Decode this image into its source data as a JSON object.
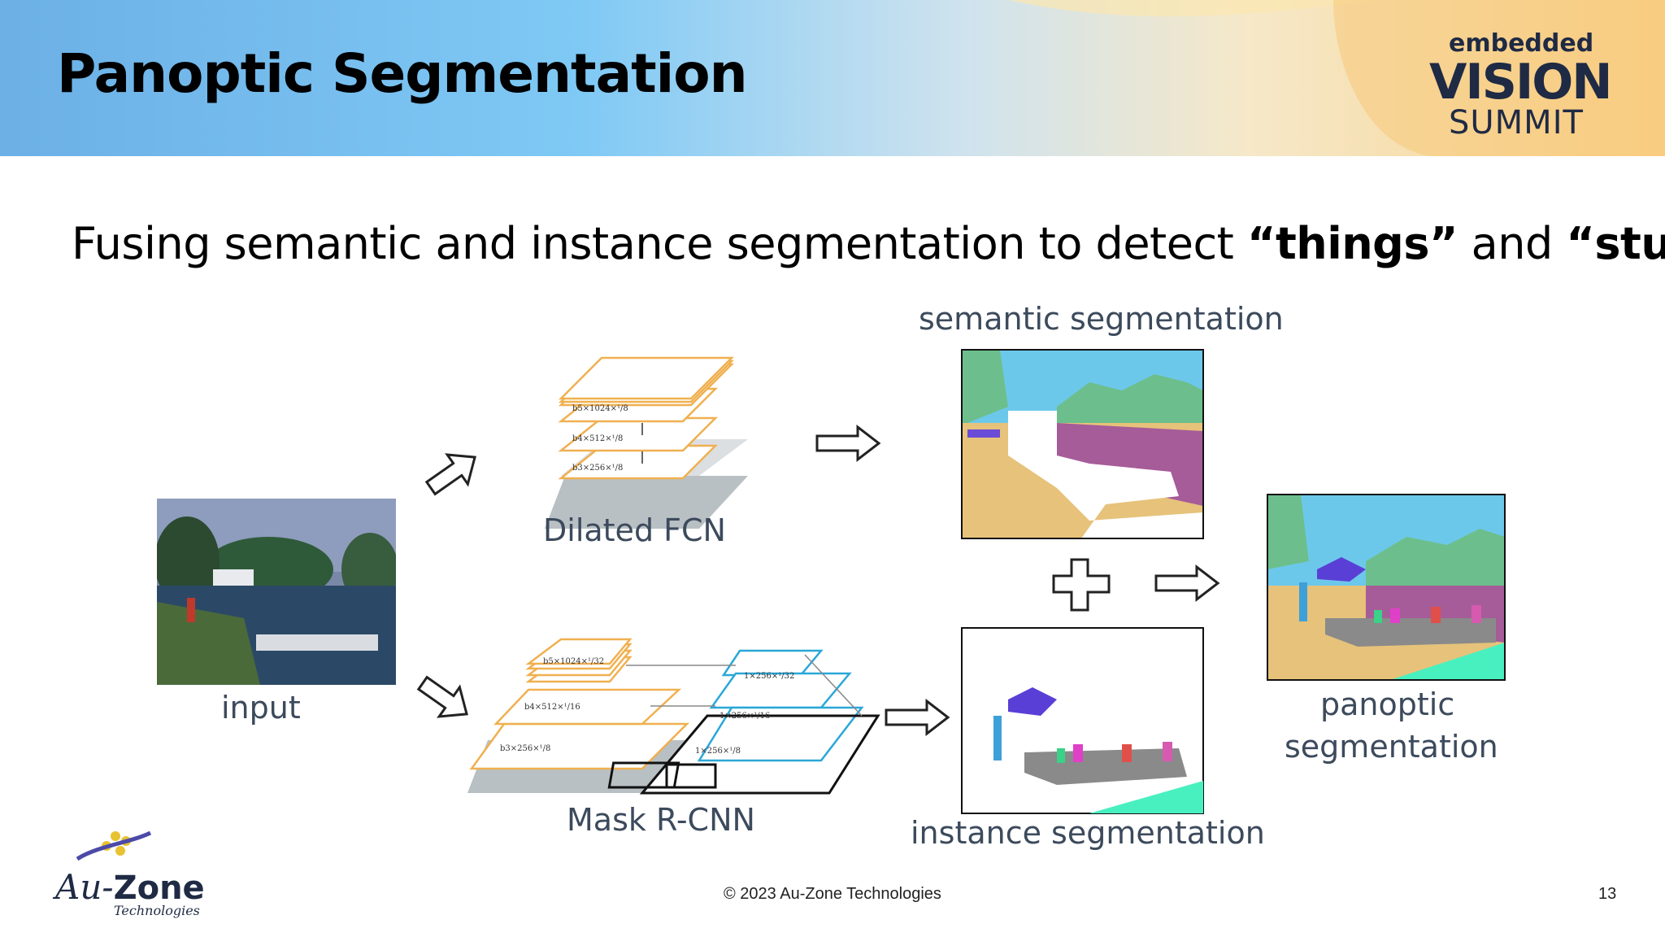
{
  "slide": {
    "title": "Panoptic Segmentation",
    "subtitle": {
      "pre": "Fusing semantic and instance segmentation to detect ",
      "thing_word": "“things”",
      "mid": " and ",
      "stuff_word": "“stuff”"
    }
  },
  "diagram": {
    "input_label": "input",
    "fcn_label": "Dilated FCN",
    "maskrcnn_label": "Mask R-CNN",
    "semantic_label": "semantic segmentation",
    "instance_label": "instance segmentation",
    "panoptic_label_line1": "panoptic",
    "panoptic_label_line2": "segmentation",
    "fcn_layers": [
      "b5×1024×¹/8",
      "b4×512×¹/8",
      "b3×256×¹/8"
    ],
    "mask_layers": [
      "b5×1024×¹/32",
      "b4×512×¹/16",
      "b3×256×¹/8"
    ],
    "mask_heads": [
      "1×256×¹/32",
      "1×256×¹/16",
      "1×256×¹/8"
    ]
  },
  "branding": {
    "logo_top": "embedded",
    "logo_mid": "VISION",
    "logo_bottom": "SUMMIT",
    "company_a": "Au-",
    "company_b": "Zone",
    "company_sub": "Technologies"
  },
  "footer": {
    "copyright": "© 2023 Au-Zone Technologies",
    "page_number": "13"
  },
  "colors": {
    "layer_orange": "#f0b050",
    "head_blue": "#2aa7d8",
    "sky": "#6cc8ea",
    "tree": "#6cbf8c",
    "sand": "#e6c27a",
    "water": "#a65c98",
    "boat_grey": "#8a8a8a",
    "mint": "#48f0c0"
  }
}
